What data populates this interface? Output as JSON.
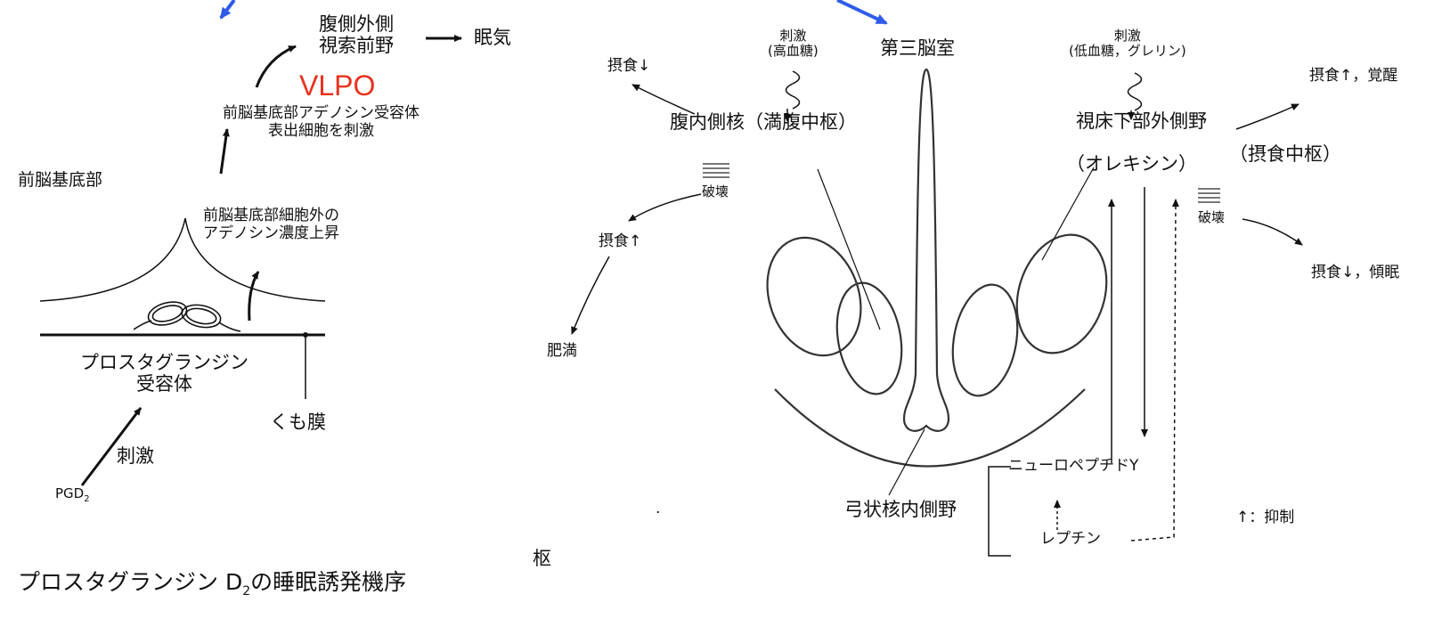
{
  "left_panel": {
    "rvlpo": [
      "腹側外側",
      "視索前野"
    ],
    "sleepiness": "眠気",
    "vlpo": "VLPO",
    "adenosine_receptor": [
      "前脳基底部アデノシン受容体",
      "表出細胞を刺激"
    ],
    "basal_forebrain": "前脳基底部",
    "adenosine_rise": [
      "前脳基底部細胞外の",
      "アデノシン濃度上昇"
    ],
    "pg_receptor": [
      "プロスタグランジン",
      "受容体"
    ],
    "arachnoid": "くも膜",
    "stimulus": "刺激",
    "pgd2": "PGD",
    "pgd2_sub": "2",
    "caption": "プロスタグランジン D",
    "caption_sub": "2",
    "caption_tail": "の睡眠誘発機序"
  },
  "right_panel": {
    "stim_high": [
      "刺激",
      "(高血糖)"
    ],
    "third_ventricle": "第三脳室",
    "stim_low": [
      "刺激",
      "(低血糖，グレリン)"
    ],
    "intake_down_left": "摂食↓",
    "vmh": "腹内側核（満腹中枢）",
    "destroy_left": "破壊",
    "intake_up_left": "摂食↑",
    "obesity": "肥満",
    "lha": "視床下部外側野",
    "lha_sub": "（オレキシン）",
    "feeding_center": "（摂食中枢）",
    "intake_up_right": "摂食↑，覚醒",
    "destroy_right": "破壊",
    "intake_down_right": "摂食↓，傾眠",
    "npy": "ニューロペプチドY",
    "arcuate": "弓状核内側野",
    "leptin": "レプチン",
    "inhibit_legend": "↑：抑制",
    "cut_text": "枢",
    "dot": "."
  },
  "colors": {
    "accent_arrow": "#2f5bea",
    "vlpo": "#e8321e",
    "ink": "#111111",
    "bg": "#ffffff"
  }
}
